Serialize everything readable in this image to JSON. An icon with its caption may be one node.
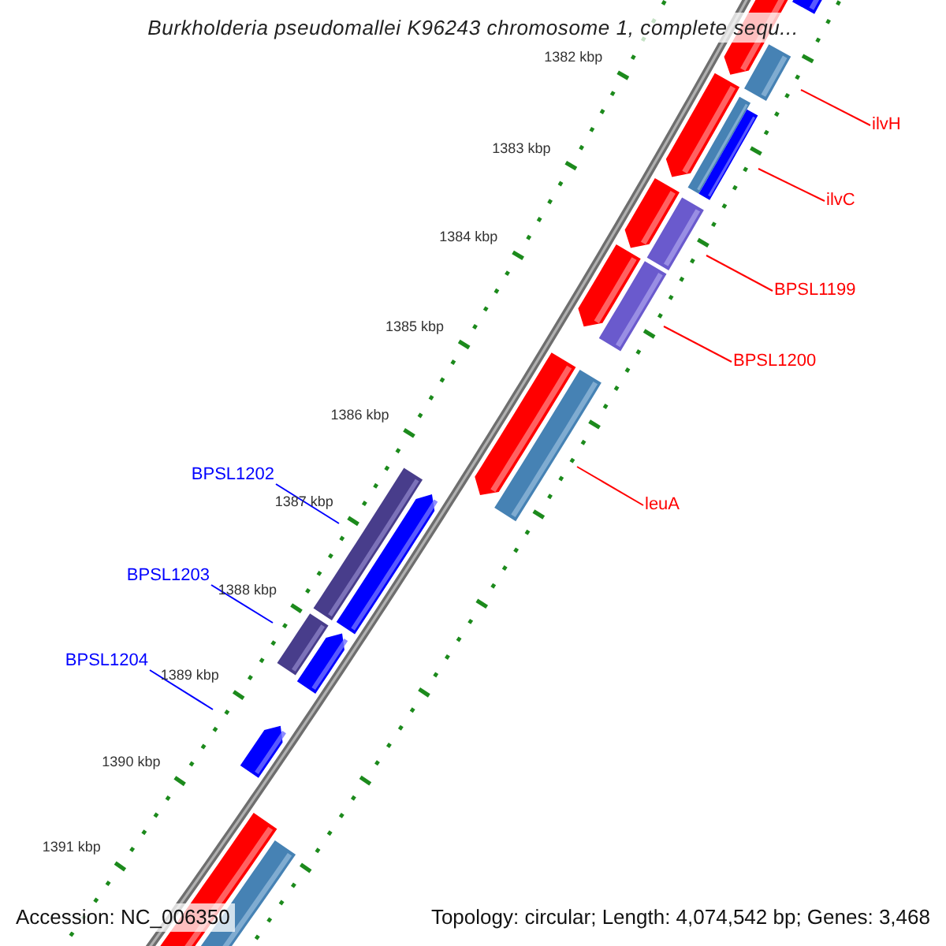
{
  "diagram": {
    "title": "Burkholderia pseudomallei K96243 chromosome 1, complete sequ...",
    "nodes": [
      {
        "text": [
          "ilvH"
        ]
      },
      {
        "text": [
          "ilvC"
        ]
      },
      {
        "text": [
          "BPSL1199"
        ]
      },
      {
        "text": [
          "BPSL1200"
        ]
      },
      {
        "text": [
          "BPSL1202"
        ]
      },
      {
        "text": [
          "leuA"
        ]
      },
      {
        "text": [
          "BPSL1203"
        ]
      },
      {
        "text": [
          "BPSL1204"
        ]
      }
    ],
    "edges": [
      {
        "from": 0,
        "to": null,
        "arrow": "none"
      },
      {
        "from": 1,
        "to": null,
        "arrow": "none"
      },
      {
        "from": 2,
        "to": null,
        "arrow": "none"
      },
      {
        "from": 3,
        "to": null,
        "arrow": "none"
      },
      {
        "from": 4,
        "to": null,
        "arrow": "none",
        "color": "#0000ff"
      },
      {
        "from": 5,
        "to": null,
        "arrow": "none"
      },
      {
        "from": 6,
        "to": null,
        "arrow": "none",
        "color": "#0000ff"
      },
      {
        "from": 7,
        "to": null,
        "arrow": "none",
        "color": "#0000ff"
      }
    ],
    "labels": [
      "1382 kbp",
      "1383 kbp",
      "1384 kbp",
      "1385 kbp",
      "1386 kbp",
      "1387 kbp",
      "1388 kbp",
      "1389 kbp",
      "1390 kbp",
      "1391 kbp",
      "Accession: NC_006350",
      "Topology: circular; Length: 4,074,542 bp; Genes: 3,468"
    ]
  }
}
